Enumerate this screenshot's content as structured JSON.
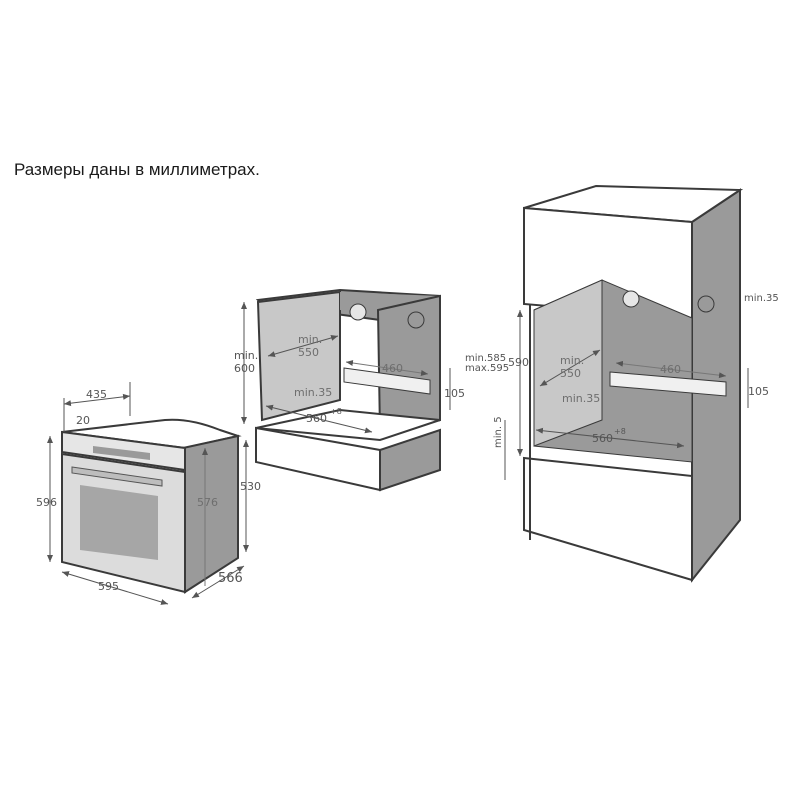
{
  "caption": "Размеры даны в миллиметрах.",
  "colors": {
    "outline": "#3a3a3a",
    "panel_dark": "#9a9a9a",
    "panel_light": "#c8c8c8",
    "panel_white": "#ffffff",
    "dimension_line": "#555555"
  },
  "oven": {
    "width": "595",
    "height": "596",
    "depth": "566",
    "body_depth": "435",
    "door_thickness": "20",
    "side_height": "576",
    "cutout_height": "530"
  },
  "under_counter": {
    "min_height_label": "min.",
    "min_height": "600",
    "depth_label": "min.",
    "depth": "550",
    "vent_width": "460",
    "vent_height": "105",
    "gap": "min.35",
    "niche_width": "560",
    "niche_width_tolerance": "+8"
  },
  "column": {
    "top_gap": "min.35",
    "height_range_min": "min.585",
    "height_range_max": "max.595",
    "height": "590",
    "depth_label": "min.",
    "depth": "550",
    "vent_width": "460",
    "vent_height": "105",
    "gap": "min.35",
    "bottom_gap": "min. 5",
    "niche_width": "560",
    "niche_width_tolerance": "+8"
  }
}
